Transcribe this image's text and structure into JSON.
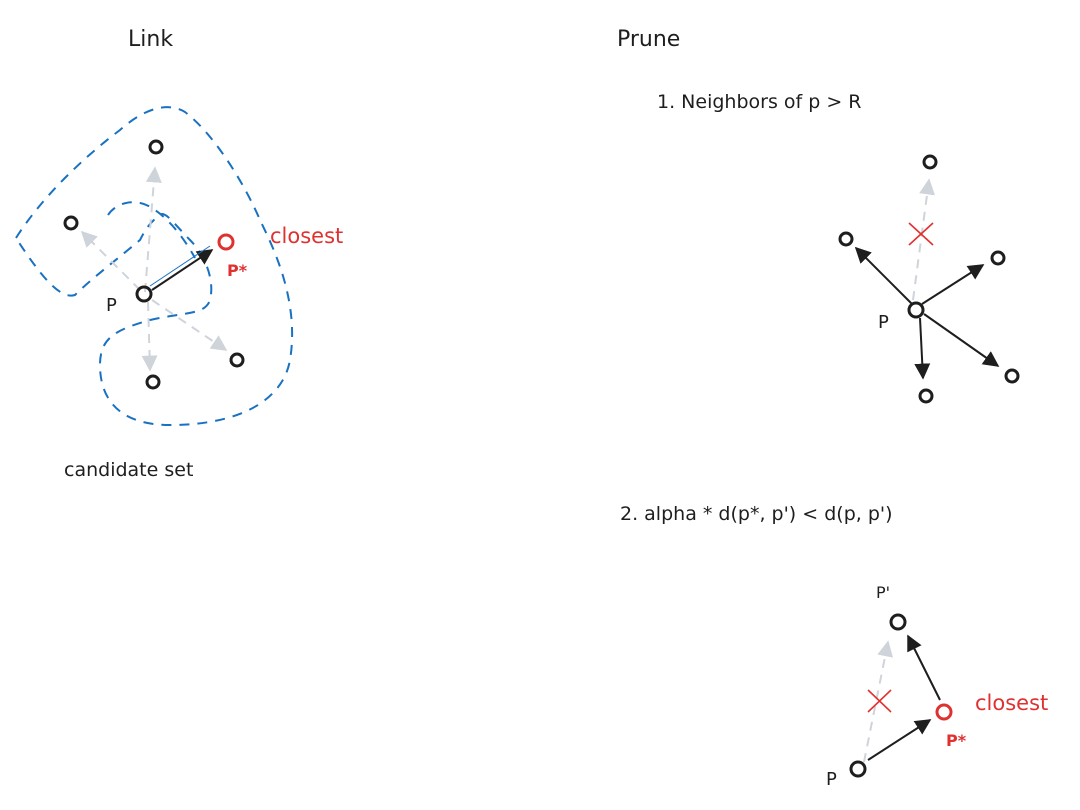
{
  "link": {
    "title": "Link",
    "p_label": "P",
    "pstar_label": "P*",
    "closest_label": "closest",
    "candidate_label": "candidate set"
  },
  "prune": {
    "title": "Prune",
    "rule1": "1. Neighbors of p > R",
    "rule1_p_label": "P",
    "rule2": "2. alpha * d(p*, p') < d(p, p')",
    "rule2_p_label": "P",
    "rule2_pprime_label": "P'",
    "rule2_pstar_label": "P*",
    "rule2_closest_label": "closest"
  },
  "colors": {
    "ink": "#1e1e1e",
    "highlight": "#e03131",
    "candidate_boundary": "#1971c2",
    "pruned_edge": "#ced4da"
  }
}
